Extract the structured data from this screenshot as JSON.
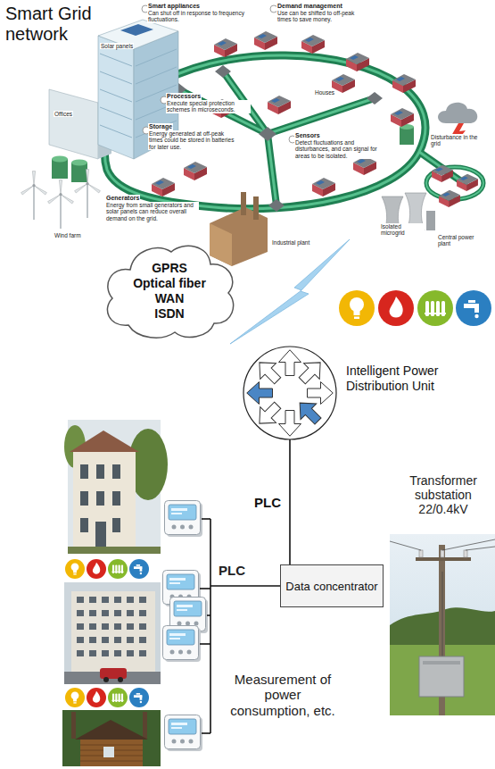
{
  "diagram": {
    "title": "Smart Grid network",
    "nodes": [
      {
        "text": [
          "GPRS",
          "Optical fiber",
          "WAN",
          "ISDN"
        ]
      },
      {
        "text": [
          "Intelligent Power Distribution Unit"
        ]
      },
      {
        "text": [
          "Data concentrator"
        ]
      }
    ],
    "edges": [
      {
        "from": 2,
        "to": 1,
        "label": "PLC",
        "arrow": "none"
      }
    ],
    "labels": [
      "Smart appliances",
      "Can shut off in response to frequency fluctuations.",
      "Demand management",
      "Use can be shifted to off-peak times to save money.",
      "Solar panels",
      "Offices",
      "Houses",
      "Processors",
      "Execute special protection schemes in microseconds.",
      "Sensors",
      "Detect fluctuations and disturbances, and can signal for areas to be isolated.",
      "Disturbance in the grid",
      "Storage",
      "Energy generated at off-peak times could be stored in batteries for later use.",
      "Wind farm",
      "Generators",
      "Energy from small generators and solar panels can reduce overall demand on the grid.",
      "Industrial plant",
      "Isolated microgrid",
      "Central power plant",
      "Transformer substation 22/0.4kV",
      "PLC",
      "Measurement of power consumption, etc."
    ]
  }
}
